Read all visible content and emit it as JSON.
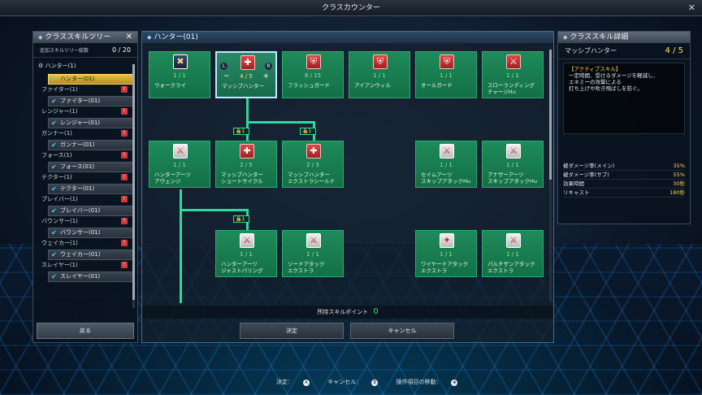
{
  "window": {
    "title": "クラスカウンター",
    "close_glyph": "✕"
  },
  "left": {
    "title": "クラススキルツリー",
    "total_label": "追加スキルツリー総数",
    "total_value": "0 / 20",
    "root_label": "ハンター(1)",
    "items": [
      {
        "tree": "ハンター(01)",
        "sub": "ファイター(1)",
        "active": true
      },
      {
        "tree": "ファイター(01)",
        "sub": "レンジャー(1)"
      },
      {
        "tree": "レンジャー(01)",
        "sub": "ガンナー(1)"
      },
      {
        "tree": "ガンナー(01)",
        "sub": "フォース(1)"
      },
      {
        "tree": "フォース(01)",
        "sub": "テクター(1)"
      },
      {
        "tree": "テクター(01)",
        "sub": "ブレイバー(1)"
      },
      {
        "tree": "ブレイバー(01)",
        "sub": "バウンサー(1)"
      },
      {
        "tree": "バウンサー(01)",
        "sub": "ウェイカー(1)"
      },
      {
        "tree": "ウェイカー(01)",
        "sub": "スレイヤー(1)"
      },
      {
        "tree": "スレイヤー(01)",
        "sub": ""
      }
    ],
    "back_label": "戻る"
  },
  "center": {
    "title": "ハンター(01)",
    "nodes": [
      {
        "id": "war-cry",
        "name": "ウォークライ",
        "level": "1 / 1",
        "icon": "✖"
      },
      {
        "id": "massive-hunter",
        "name": "マッシブハンター",
        "level": "4 / 5",
        "icon": "✚",
        "selected": true,
        "minus": "−",
        "plus": "+"
      },
      {
        "id": "flash-guard",
        "name": "フラッシュガード",
        "level": "8 / 15",
        "icon": "⛨"
      },
      {
        "id": "iron-will",
        "name": "アイアンウィル",
        "level": "1 / 1",
        "icon": "⛨"
      },
      {
        "id": "all-guard",
        "name": "オールガード",
        "level": "1 / 1",
        "icon": "⛨"
      },
      {
        "id": "slow-landing",
        "name": "スローランディング\nチャージHu",
        "level": "1 / 1",
        "icon": "⚔"
      },
      {
        "id": "hunter-arts-avenge",
        "name": "ハンターアーツ\nアヴェンジ",
        "level": "1 / 1",
        "icon": "⚔"
      },
      {
        "id": "mh-short-cycle",
        "name": "マッシブハンター\nショートサイクル",
        "level": "2 / 5",
        "icon": "✚"
      },
      {
        "id": "mh-extra-shield",
        "name": "マッシブハンター\nエクストラシールド",
        "level": "2 / 3",
        "icon": "✚"
      },
      {
        "id": "same-arts",
        "name": "セイムアーツ\nスキップアタックHu",
        "level": "1 / 1",
        "icon": "⚔"
      },
      {
        "id": "another-arts",
        "name": "アナザーアーツ\nスキップアタックHu",
        "level": "1 / 1",
        "icon": "⚔"
      },
      {
        "id": "hunter-arts-just-parry",
        "name": "ハンターアーツ\nジャストパリング",
        "level": "1 / 1",
        "icon": "⚔"
      },
      {
        "id": "sword-attack-extra",
        "name": "ソードアタック\nエクストラ",
        "level": "1 / 1",
        "icon": "⚔"
      },
      {
        "id": "wired-attack-extra",
        "name": "ワイヤードアタック\nエクストラ",
        "level": "1 / 1",
        "icon": "✦"
      },
      {
        "id": "partisan-attack-extra",
        "name": "パルチザンアタック\nエクストラ",
        "level": "1 / 1",
        "icon": "⚔"
      }
    ],
    "lock_label": "1",
    "points_label": "所持スキルポイント",
    "points_value": "0",
    "confirm_label": "決定",
    "cancel_label": "キャンセル"
  },
  "right": {
    "title": "クラススキル詳細",
    "skill_name": "マッシブハンター",
    "skill_level": "4 / 5",
    "tag": "【アクティブスキル】",
    "desc": "一定時間、受けるダメージを軽減し、\nエネミーの攻撃による\n打ち上げや吹き飛ばしを防ぐ。",
    "stats": [
      {
        "label": "被ダメージ率(メイン)",
        "value": "35%"
      },
      {
        "label": "被ダメージ率(サブ)",
        "value": "55%"
      },
      {
        "label": "効果時間",
        "value": "30秒"
      },
      {
        "label": "リキャスト",
        "value": "180秒"
      }
    ]
  },
  "footer": {
    "confirm": "決定：",
    "cancel": "キャンセル：",
    "move": "操作項目の移動："
  },
  "colors": {
    "node": "#1e8a5a",
    "accent": "#ffd34a",
    "line": "#2fd8a0"
  }
}
